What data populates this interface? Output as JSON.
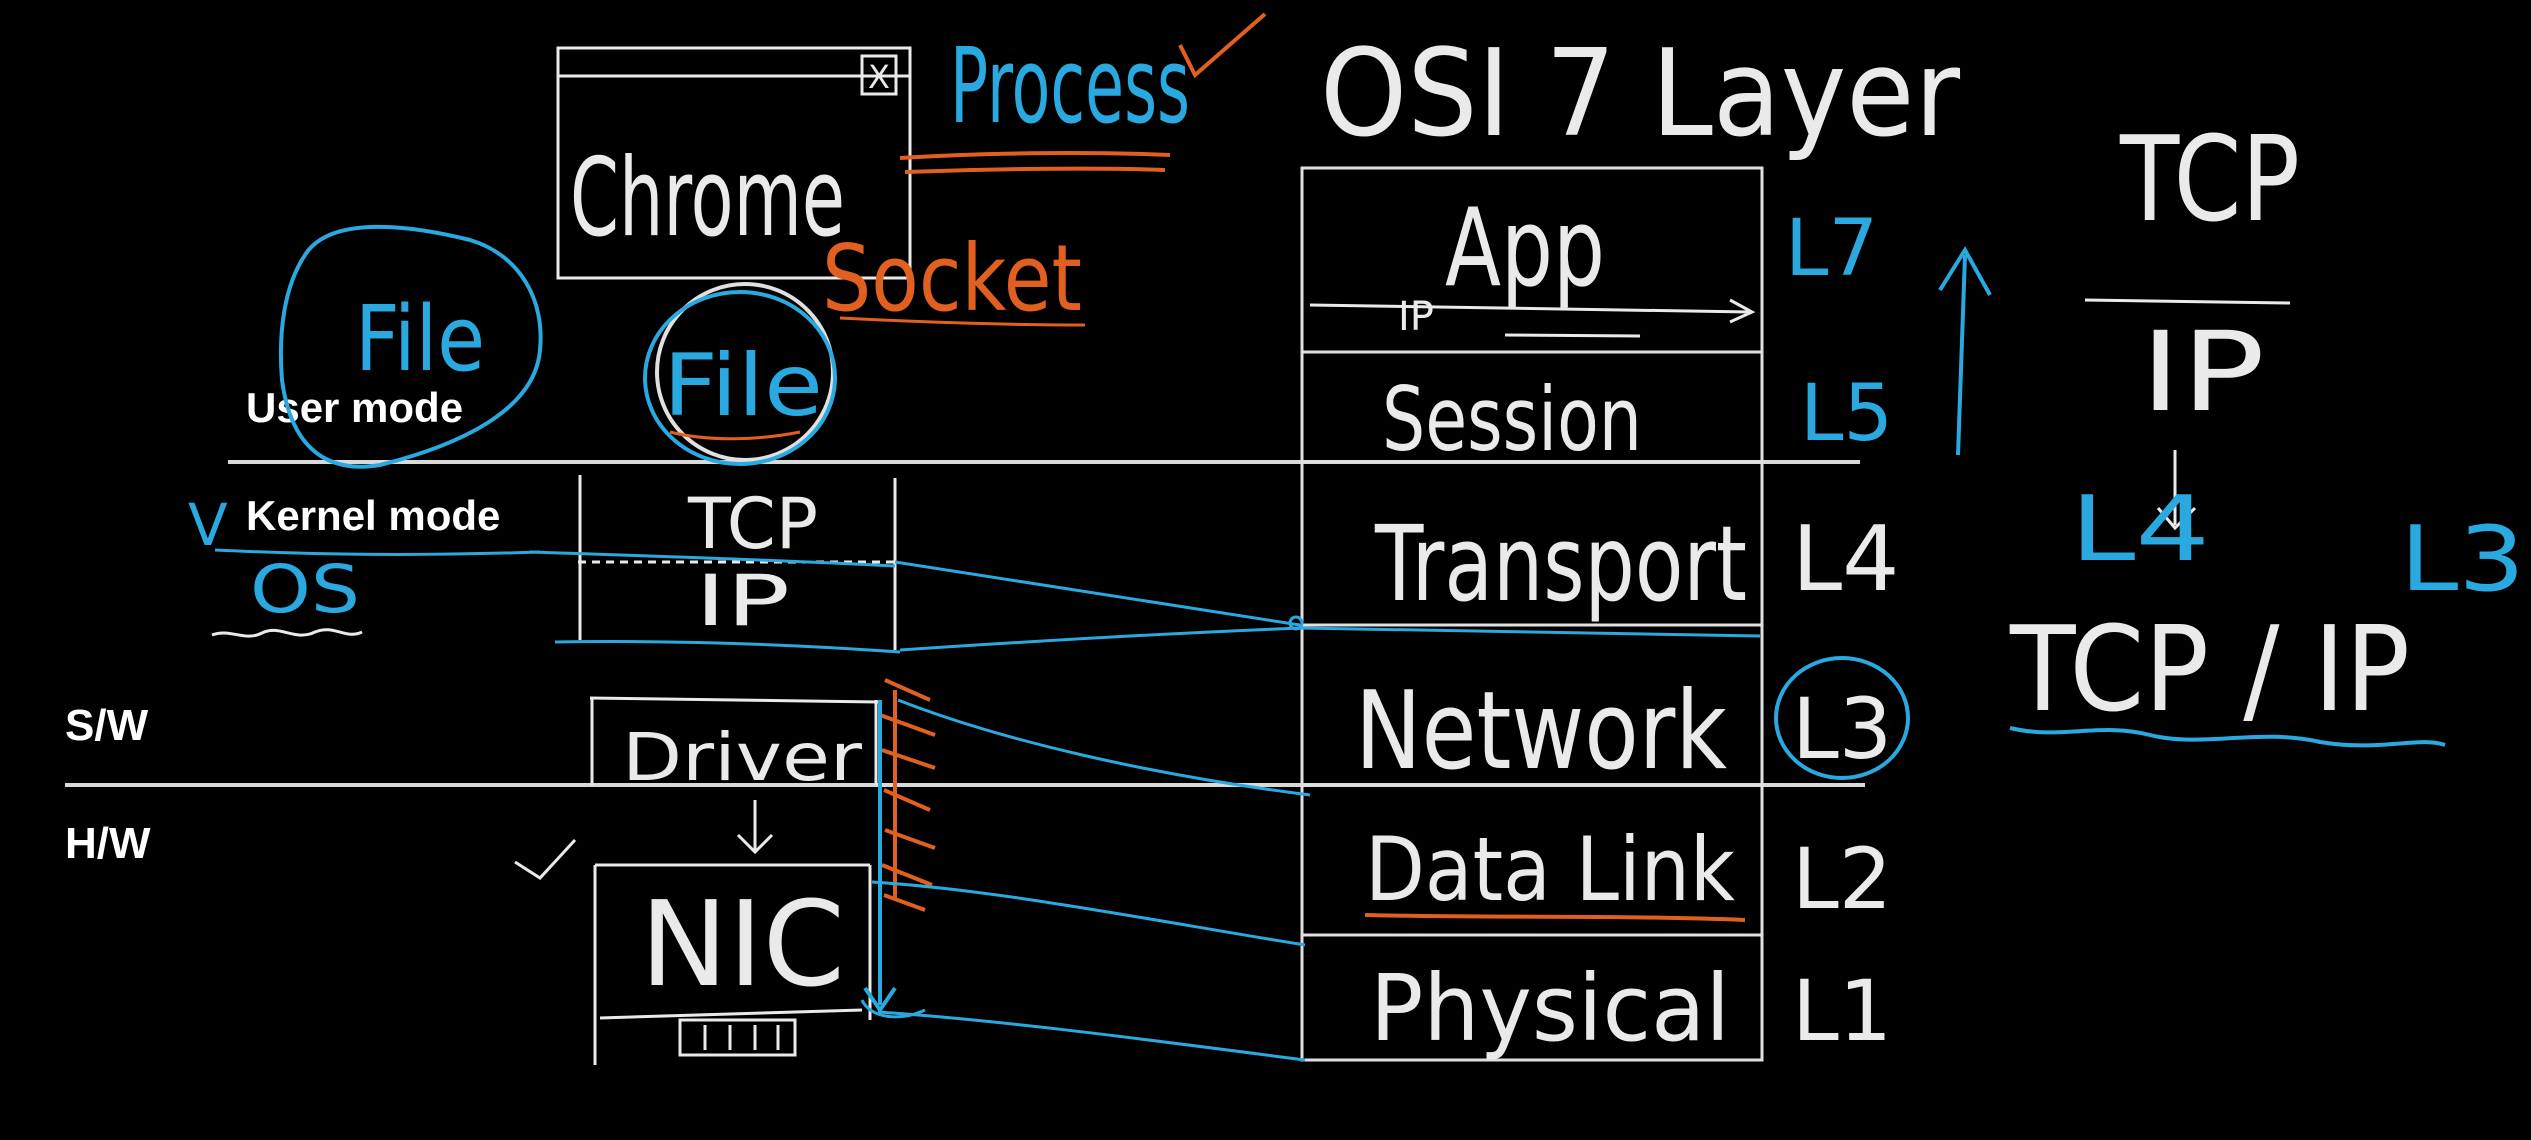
{
  "colors": {
    "background": "#000000",
    "chalk": "#f2f2f2",
    "blue": "#29a9e0",
    "orange": "#e1601f"
  },
  "labels": {
    "user_mode": "User mode",
    "kernel_mode": "Kernel mode",
    "sw": "S/W",
    "hw": "H/W"
  },
  "handwriting": {
    "chrome": "Chrome",
    "close_x": "X",
    "process": "Process",
    "socket": "Socket",
    "file_left": "File",
    "file_mid": "File",
    "os": "OS",
    "check": "V",
    "stack_tcp": "TCP",
    "stack_ip": "IP",
    "driver": "Driver",
    "nic": "NIC",
    "osi_title": "OSI 7 Layer",
    "tcpip_top": "TCP",
    "tcpip_bottom": "IP",
    "tcpip_label": "TCP / IP",
    "l4_note": "L4",
    "l3_note": "L3",
    "ip_small": "IP"
  },
  "osi_layers": [
    {
      "name": "App",
      "level": "L7"
    },
    {
      "name": "Session",
      "level": "L5"
    },
    {
      "name": "Transport",
      "level": "L4"
    },
    {
      "name": "Network",
      "level": "L3"
    },
    {
      "name": "Data Link",
      "level": "L2"
    },
    {
      "name": "Physical",
      "level": "L1"
    }
  ]
}
